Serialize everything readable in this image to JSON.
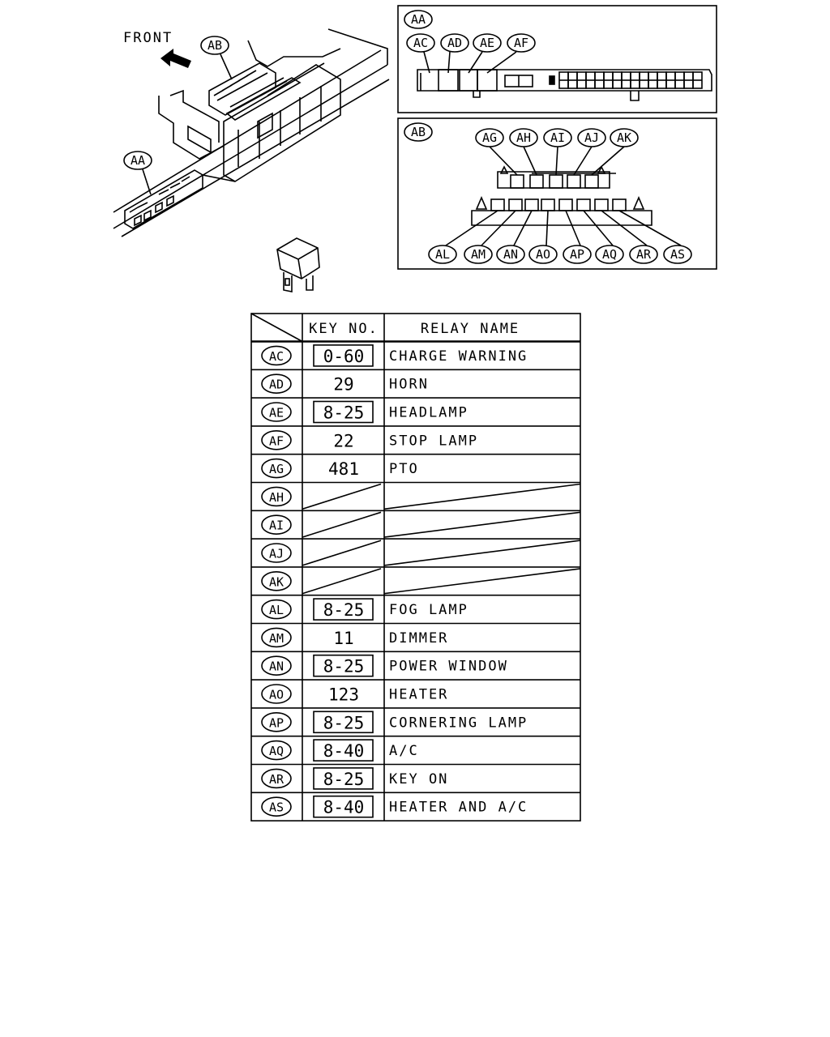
{
  "labels": {
    "front": "FRONT",
    "overview_callouts": [
      "AB",
      "AA"
    ],
    "box_aa": {
      "title": "AA",
      "callouts": [
        "AC",
        "AD",
        "AE",
        "AF"
      ]
    },
    "box_ab": {
      "title": "AB",
      "top_callouts": [
        "AG",
        "AH",
        "AI",
        "AJ",
        "AK"
      ],
      "bottom_callouts": [
        "AL",
        "AM",
        "AN",
        "AO",
        "AP",
        "AQ",
        "AR",
        "AS"
      ]
    }
  },
  "table": {
    "headers": {
      "key": "KEY NO.",
      "name": "RELAY NAME"
    },
    "rows": [
      {
        "id": "AC",
        "key": "0-60",
        "boxed": true,
        "name": "CHARGE WARNING"
      },
      {
        "id": "AD",
        "key": "29",
        "boxed": false,
        "name": "HORN"
      },
      {
        "id": "AE",
        "key": "8-25",
        "boxed": true,
        "name": "HEADLAMP"
      },
      {
        "id": "AF",
        "key": "22",
        "boxed": false,
        "name": "STOP LAMP"
      },
      {
        "id": "AG",
        "key": "481",
        "boxed": false,
        "name": "PTO"
      },
      {
        "id": "AH",
        "key": "",
        "boxed": false,
        "name": "",
        "empty": true
      },
      {
        "id": "AI",
        "key": "",
        "boxed": false,
        "name": "",
        "empty": true
      },
      {
        "id": "AJ",
        "key": "",
        "boxed": false,
        "name": "",
        "empty": true
      },
      {
        "id": "AK",
        "key": "",
        "boxed": false,
        "name": "",
        "empty": true
      },
      {
        "id": "AL",
        "key": "8-25",
        "boxed": true,
        "name": "FOG LAMP"
      },
      {
        "id": "AM",
        "key": "11",
        "boxed": false,
        "name": "DIMMER"
      },
      {
        "id": "AN",
        "key": "8-25",
        "boxed": true,
        "name": "POWER WINDOW"
      },
      {
        "id": "AO",
        "key": "123",
        "boxed": false,
        "name": "HEATER"
      },
      {
        "id": "AP",
        "key": "8-25",
        "boxed": true,
        "name": "CORNERING LAMP"
      },
      {
        "id": "AQ",
        "key": "8-40",
        "boxed": true,
        "name": "A/C"
      },
      {
        "id": "AR",
        "key": "8-25",
        "boxed": true,
        "name": "KEY ON"
      },
      {
        "id": "AS",
        "key": "8-40",
        "boxed": true,
        "name": "HEATER AND A/C"
      }
    ]
  }
}
